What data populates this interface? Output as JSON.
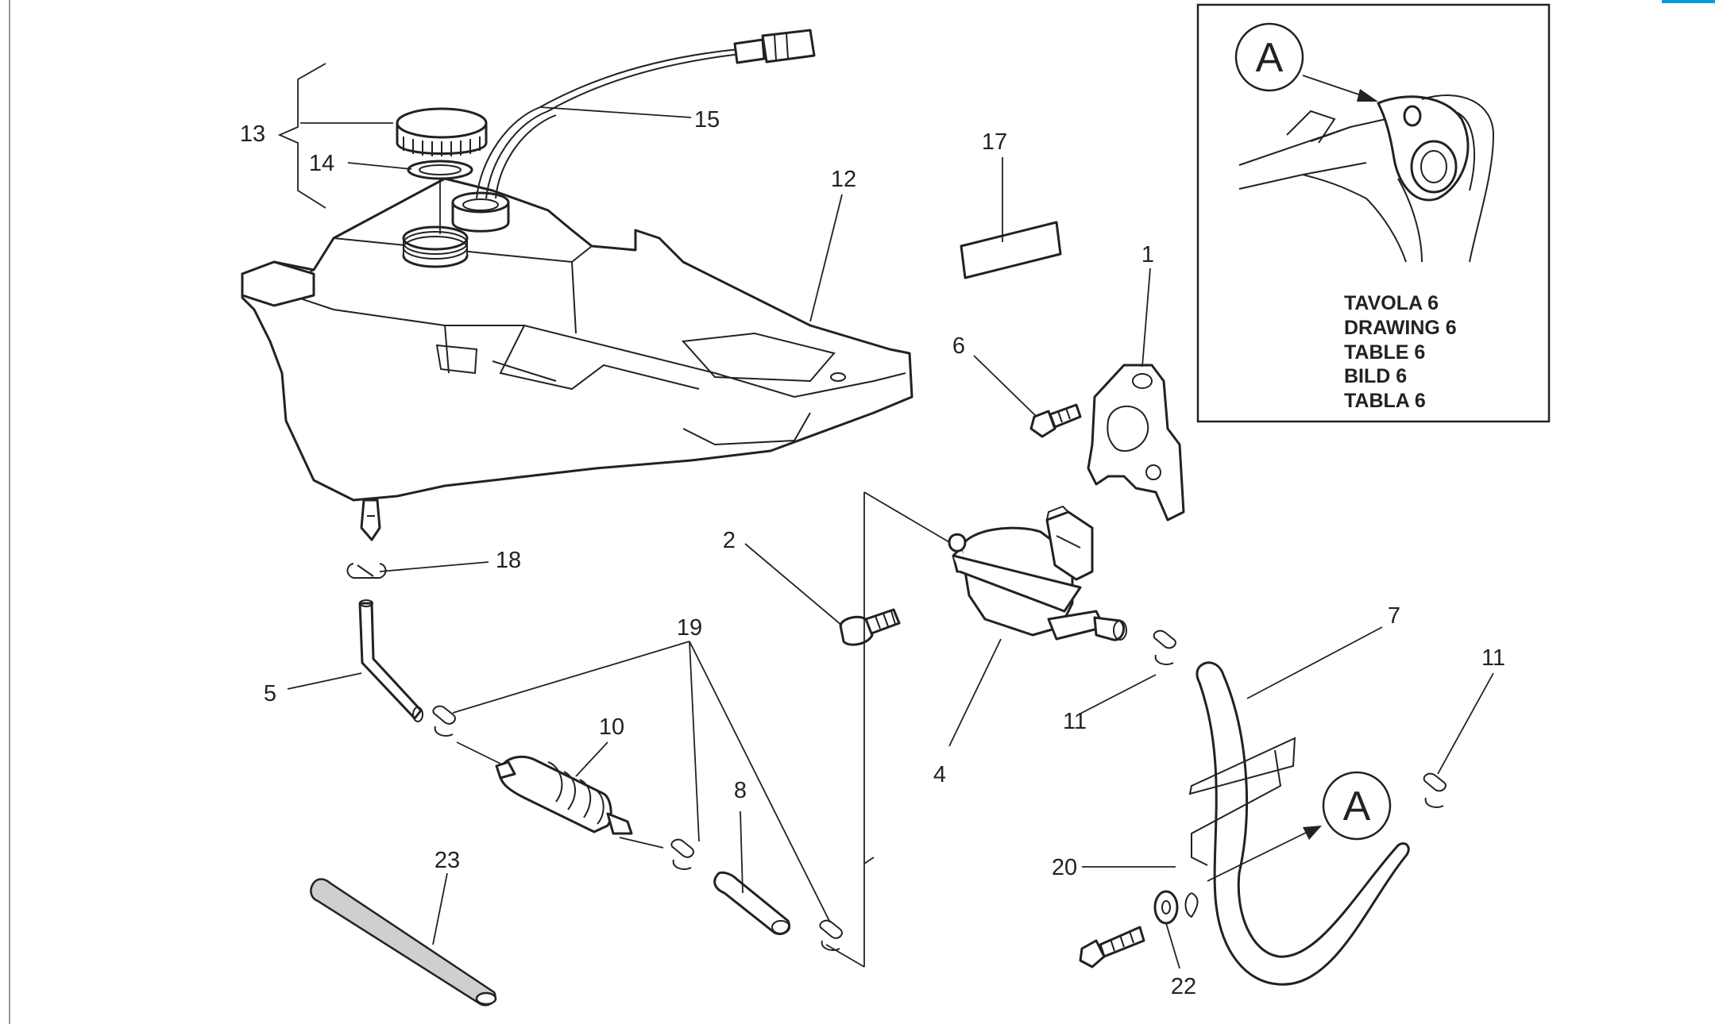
{
  "diagram": {
    "callouts": [
      "1",
      "2",
      "4",
      "5",
      "6",
      "7",
      "8",
      "10",
      "11",
      "11",
      "12",
      "13",
      "14",
      "15",
      "17",
      "18",
      "19",
      "20",
      "22",
      "23"
    ],
    "inset": {
      "marker": "A",
      "table_lines": [
        "TAVOLA 6",
        "DRAWING 6",
        "TABLE 6",
        "BILD 6",
        "TABLA 6"
      ]
    },
    "detail_marker": "A",
    "colors": {
      "line": "#222222",
      "background": "#ffffff",
      "accent": "#00a0e0"
    }
  }
}
